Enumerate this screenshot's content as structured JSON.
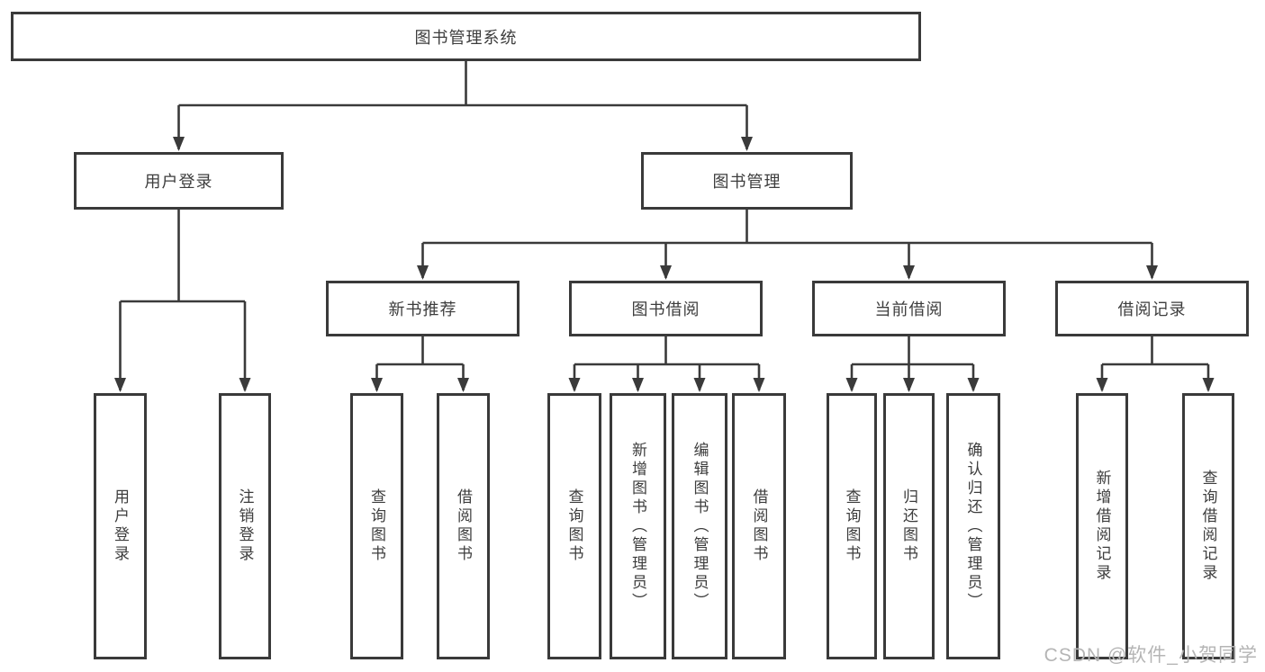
{
  "diagram": {
    "type": "tree",
    "title": "图书管理系统",
    "nodes": [
      {
        "id": "root",
        "label": "图书管理系统",
        "level": 1
      },
      {
        "id": "user-login",
        "label": "用户登录",
        "level": 2
      },
      {
        "id": "book-mgmt",
        "label": "图书管理",
        "level": 2
      },
      {
        "id": "new-book-rec",
        "label": "新书推荐",
        "level": 3
      },
      {
        "id": "book-borrow",
        "label": "图书借阅",
        "level": 3
      },
      {
        "id": "current-borrow",
        "label": "当前借阅",
        "level": 3
      },
      {
        "id": "borrow-records",
        "label": "借阅记录",
        "level": 3
      },
      {
        "id": "leaf-user-login",
        "label": "用户登录",
        "level": 4
      },
      {
        "id": "leaf-logout",
        "label": "注销登录",
        "level": 4
      },
      {
        "id": "nb-query-books",
        "label": "查询图书",
        "level": 4
      },
      {
        "id": "nb-borrow-books",
        "label": "借阅图书",
        "level": 4
      },
      {
        "id": "bb-query-books",
        "label": "查询图书",
        "level": 4
      },
      {
        "id": "bb-add-books-admin",
        "label": "新增图书（管理员）",
        "level": 4
      },
      {
        "id": "bb-edit-books-admin",
        "label": "编辑图书（管理员）",
        "level": 4
      },
      {
        "id": "bb-borrow-books",
        "label": "借阅图书",
        "level": 4
      },
      {
        "id": "cb-query-books",
        "label": "查询图书",
        "level": 4
      },
      {
        "id": "cb-return-books",
        "label": "归还图书",
        "level": 4
      },
      {
        "id": "cb-confirm-return",
        "label": "确认归还（管理员）",
        "level": 4
      },
      {
        "id": "br-add-record",
        "label": "新增借阅记录",
        "level": 4
      },
      {
        "id": "br-query-record",
        "label": "查询借阅记录",
        "level": 4
      }
    ],
    "edges": [
      {
        "from": "root",
        "to": [
          "user-login",
          "book-mgmt"
        ]
      },
      {
        "from": "user-login",
        "to": [
          "leaf-user-login",
          "leaf-logout"
        ]
      },
      {
        "from": "book-mgmt",
        "to": [
          "new-book-rec",
          "book-borrow",
          "current-borrow",
          "borrow-records"
        ]
      },
      {
        "from": "new-book-rec",
        "to": [
          "nb-query-books",
          "nb-borrow-books"
        ]
      },
      {
        "from": "book-borrow",
        "to": [
          "bb-query-books",
          "bb-add-books-admin",
          "bb-edit-books-admin",
          "bb-borrow-books"
        ]
      },
      {
        "from": "current-borrow",
        "to": [
          "cb-query-books",
          "cb-return-books",
          "cb-confirm-return"
        ]
      },
      {
        "from": "borrow-records",
        "to": [
          "br-add-record",
          "br-query-record"
        ]
      }
    ],
    "colors": {
      "line": "#3a3a3a",
      "box_border": "#3a3a3a",
      "text": "#3d3d3d",
      "background": "#ffffff",
      "watermark": "#b5b5b5"
    }
  },
  "watermark": {
    "text": "CSDN @软件_小贺同学"
  }
}
